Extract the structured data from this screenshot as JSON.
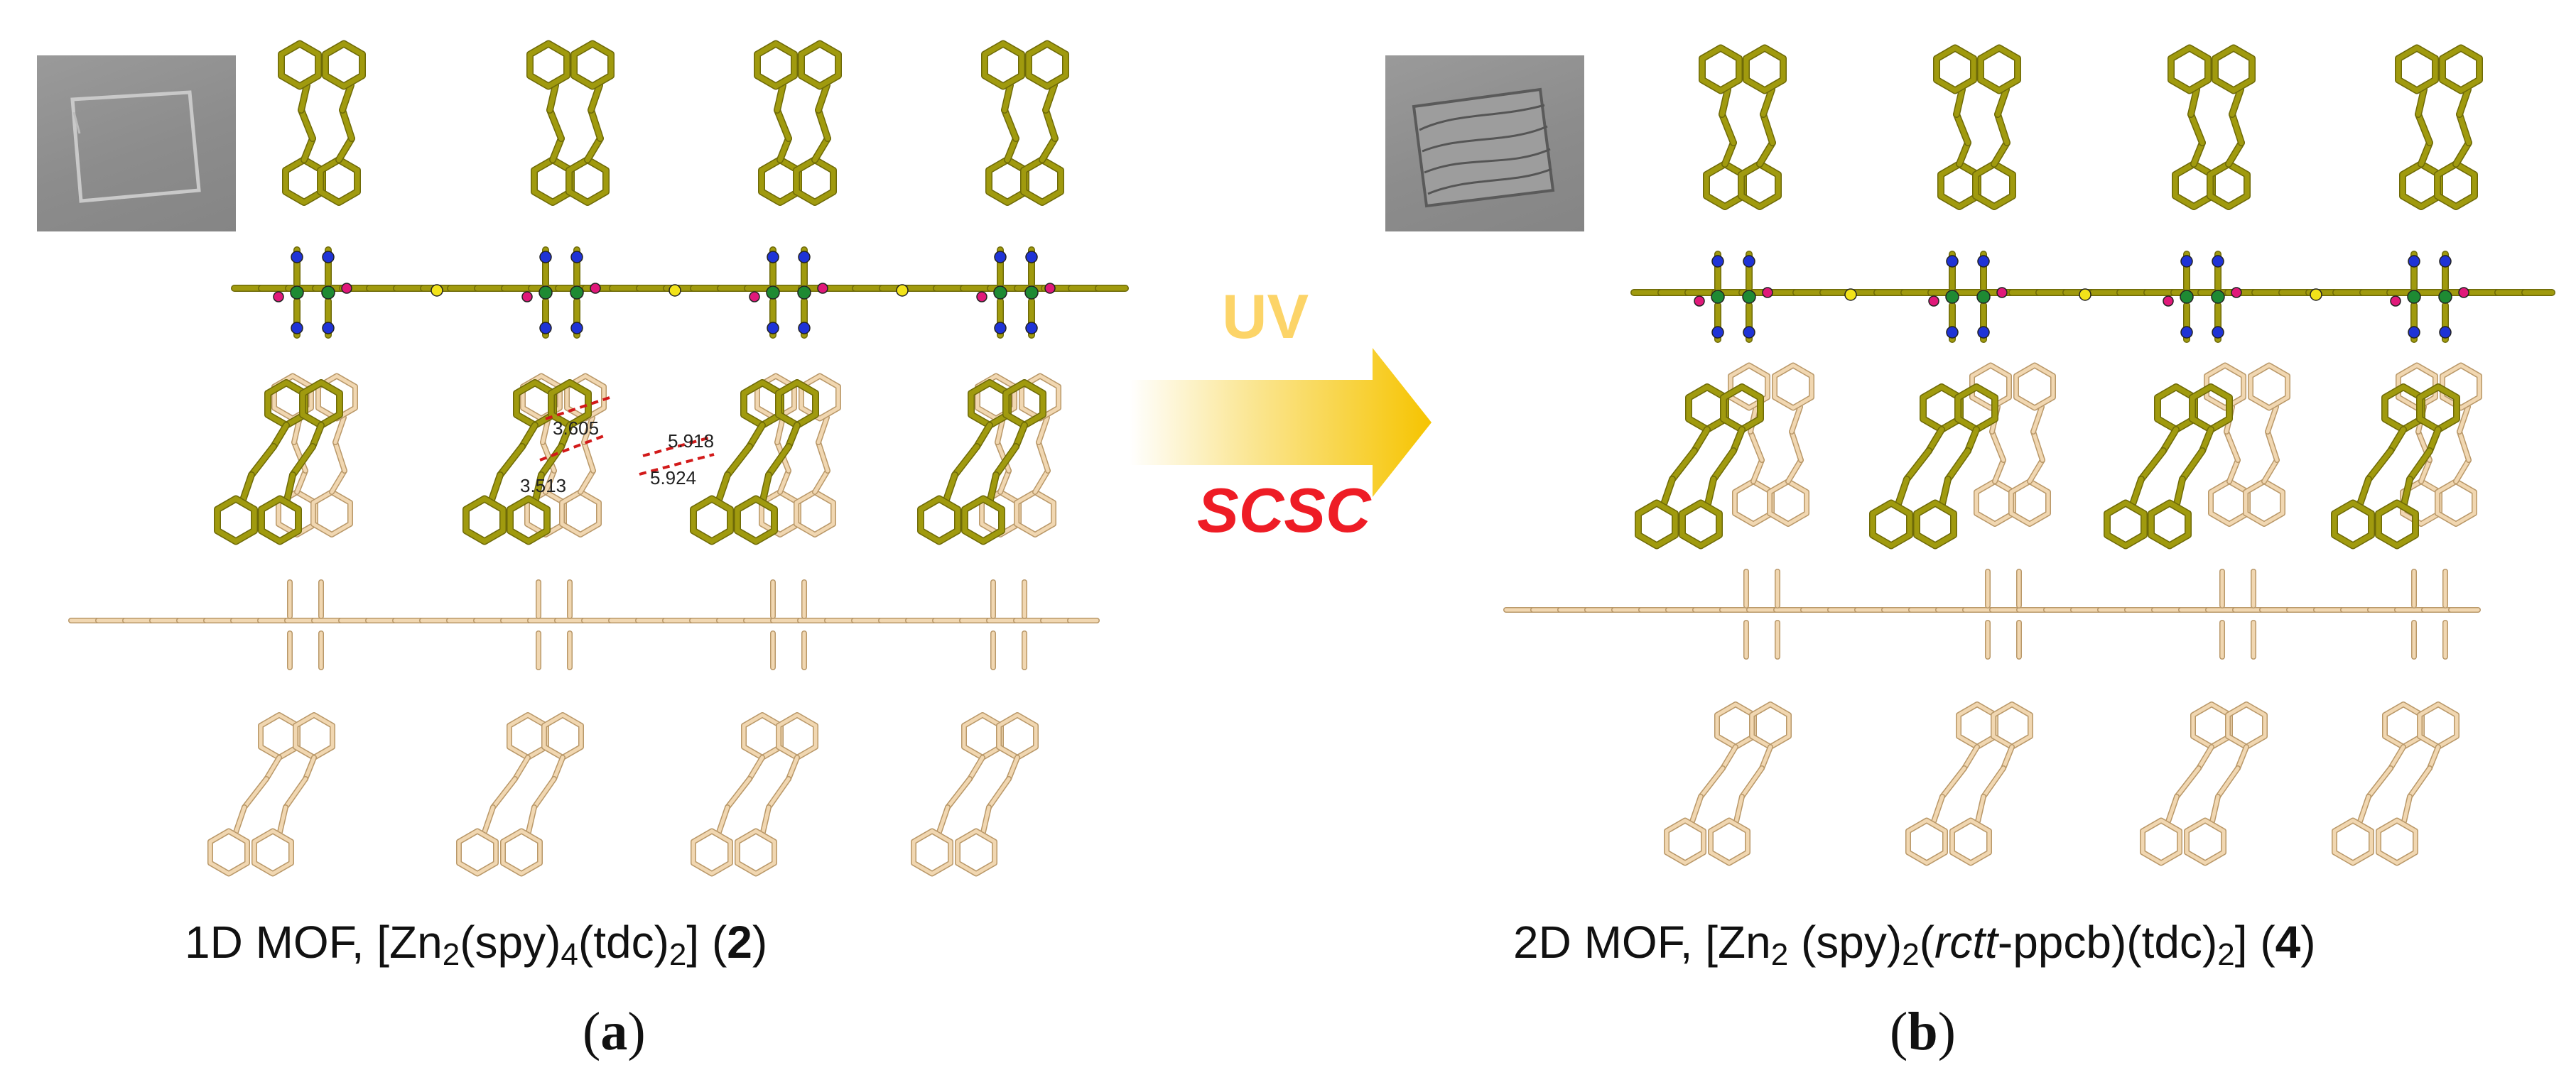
{
  "arrow": {
    "top_label": "UV",
    "bottom_label": "SCSC",
    "colors": {
      "uv": "#fcd468",
      "scsc": "#ee1c25",
      "arrow_start": "#ffffff",
      "arrow_end": "#f6c400"
    }
  },
  "distances": [
    "3.605",
    "3.513",
    "5.918",
    "5.924"
  ],
  "panel_a": {
    "caption": {
      "pre": "1D MOF, [Zn",
      "sub1": "2",
      "mid1": "(spy)",
      "sub2": "4",
      "mid2": "(tdc)",
      "sub3": "2",
      "mid3": "] (",
      "bold": "2",
      "post": ")"
    },
    "label": {
      "open": "(",
      "letter": "a",
      "close": ")"
    }
  },
  "panel_b": {
    "caption": {
      "pre": "2D MOF, [Zn",
      "sub1": "2",
      "mid1": " (spy)",
      "sub2": "2",
      "mid2": "(",
      "italic": "rctt",
      "mid3": "-ppcb)(tdc)",
      "sub3": "2",
      "mid4": "] (",
      "bold": "4",
      "post": ")"
    },
    "label": {
      "open": "(",
      "letter": "b",
      "close": ")"
    }
  },
  "colors": {
    "ligand": "#a09a0e",
    "ligand_dark": "#6e6a08",
    "layer": "#f1d7b1",
    "layer_dark": "#b99869",
    "nitrogen": "#1f33d6",
    "zinc": "#1e8a33",
    "oxygen": "#e0197a",
    "sulfur": "#f2e31a"
  }
}
